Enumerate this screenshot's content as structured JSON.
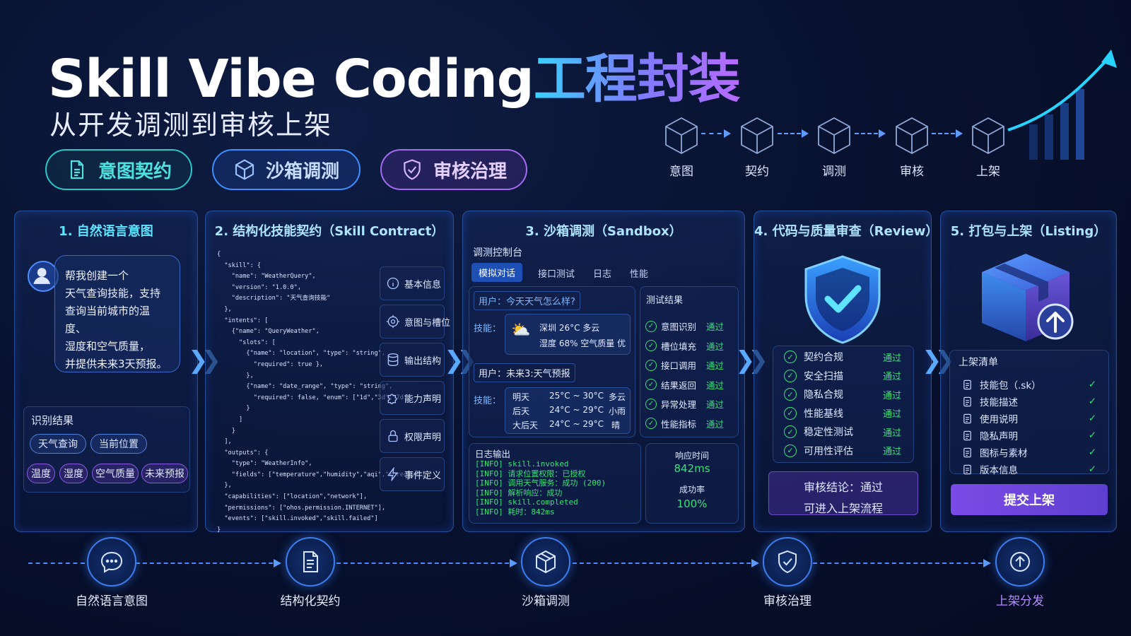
{
  "header": {
    "title_en": "Skill Vibe Coding",
    "title_cn": "工程封装",
    "subtitle": "从开发调测到审核上架",
    "pills": [
      {
        "label": "意图契约",
        "color": "#26c7c9"
      },
      {
        "label": "沙箱调测",
        "color": "#3f8fff"
      },
      {
        "label": "审核治理",
        "color": "#a46cf0"
      }
    ]
  },
  "top_flow": [
    "意图",
    "契约",
    "调测",
    "审核",
    "上架"
  ],
  "panel1": {
    "title": "1. 自然语言意图",
    "bubble_lines": [
      "帮我创建一个",
      "天气查询技能，支持",
      "查询当前城市的温度、",
      "湿度和空气质量，",
      "并提供未来3天预报。"
    ],
    "result_title": "识别结果",
    "tags_row1": [
      "天气查询",
      "当前位置"
    ],
    "tags_row2": [
      "温度",
      "湿度",
      "空气质量",
      "未来预报"
    ]
  },
  "panel2": {
    "title": "2. 结构化技能契约（Skill Contract）",
    "code_lines": [
      "{",
      "  \"skill\": {",
      "    \"name\": \"WeatherQuery\",",
      "    \"version\": \"1.0.0\",",
      "    \"description\": \"天气查询技能\"",
      "  },",
      "  \"intents\": [",
      "    {\"name\": \"QueryWeather\",",
      "      \"slots\": [",
      "        {\"name\": \"location\", \"type\": \"string\",",
      "          \"required\": true },",
      "        },",
      "        {\"name\": \"date_range\", \"type\": \"string\",",
      "          \"required\": false, \"enum\": [\"1d\",\"3d\",\"7d\"]",
      "        }",
      "      ]",
      "    }",
      "  ],",
      "  \"outputs\": {",
      "    \"type\": \"WeatherInfo\",",
      "    \"fields\": [\"temperature\",\"humidity\",\"aqi\",\"forecast\"]",
      "  },",
      "  \"capabilities\": [\"location\",\"network\"],",
      "  \"permissions\": [\"ohos.permission.INTERNET\"],",
      "  \"events\": [\"skill.invoked\",\"skill.failed\"]",
      "}"
    ],
    "side_items": [
      "基本信息",
      "意图与槽位",
      "输出结构",
      "能力声明",
      "权限声明",
      "事件定义"
    ]
  },
  "panel3": {
    "title": "3. 沙箱调测（Sandbox）",
    "console_title": "调测控制台",
    "tabs": [
      "模拟对话",
      "接口测试",
      "日志",
      "性能"
    ],
    "chat": {
      "user1": "用户：今天天气怎么样?",
      "skill_label": "技能：",
      "w1_city_temp": "深圳  26°C  多云",
      "w1_detail": "湿度  68%   空气质量 优",
      "user2": "用户：未来3:天气预报",
      "forecast": [
        {
          "day": "明天",
          "range": "25°C ~ 30°C",
          "cond": "多云"
        },
        {
          "day": "后天",
          "range": "24°C ~ 29°C",
          "cond": "小雨"
        },
        {
          "day": "大后天",
          "range": "24°C ~ 29°C",
          "cond": "晴"
        }
      ]
    },
    "test_title": "测试结果",
    "tests": [
      {
        "name": "意图识别",
        "result": "通过"
      },
      {
        "name": "槽位填充",
        "result": "通过"
      },
      {
        "name": "接口调用",
        "result": "通过"
      },
      {
        "name": "结果返回",
        "result": "通过"
      },
      {
        "name": "异常处理",
        "result": "通过"
      },
      {
        "name": "性能指标",
        "result": "通过"
      }
    ],
    "log_title": "日志输出",
    "log_lines": [
      "[INFO] skill.invoked",
      "[INFO] 请求位置权限：已授权",
      "[INFO] 调用天气服务：成功 (200)",
      "[INFO] 解析响应：成功",
      "[INFO] skill.completed",
      "[INFO] 耗时：842ms"
    ],
    "metrics": {
      "resp_label": "响应时间",
      "resp_value": "842ms",
      "success_label": "成功率",
      "success_value": "100%"
    }
  },
  "panel4": {
    "title": "4. 代码与质量审查（Review）",
    "checks": [
      {
        "name": "契约合规",
        "result": "通过"
      },
      {
        "name": "安全扫描",
        "result": "通过"
      },
      {
        "name": "隐私合规",
        "result": "通过"
      },
      {
        "name": "性能基线",
        "result": "通过"
      },
      {
        "name": "稳定性测试",
        "result": "通过"
      },
      {
        "name": "可用性评估",
        "result": "通过"
      }
    ],
    "conclusion_line1": "审核结论：通过",
    "conclusion_line2": "可进入上架流程"
  },
  "panel5": {
    "title": "5. 打包与上架（Listing）",
    "list_title": "上架清单",
    "items": [
      "技能包（.sk）",
      "技能描述",
      "使用说明",
      "隐私声明",
      "图标与素材",
      "版本信息"
    ],
    "tick": "✓",
    "submit_label": "提交上架"
  },
  "timeline": [
    "自然语言意图",
    "结构化契约",
    "沙箱调测",
    "审核治理",
    "上架分发"
  ]
}
